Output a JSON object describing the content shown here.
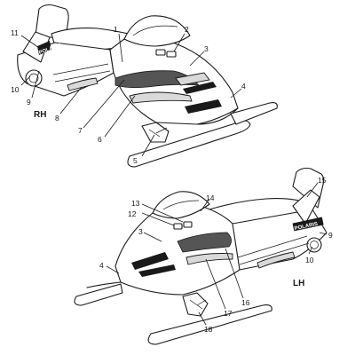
{
  "views": [
    {
      "side_label": "RH",
      "callouts": [
        "1",
        "2",
        "3",
        "4",
        "5",
        "6",
        "7",
        "8",
        "9",
        "10",
        "11"
      ]
    },
    {
      "side_label": "LH",
      "callouts": [
        "12",
        "13",
        "14",
        "3",
        "4",
        "15",
        "9",
        "10",
        "16",
        "17",
        "18"
      ]
    }
  ],
  "decals": {
    "brand_rh": "POLARIS",
    "brand_lh": "POLARIS"
  }
}
